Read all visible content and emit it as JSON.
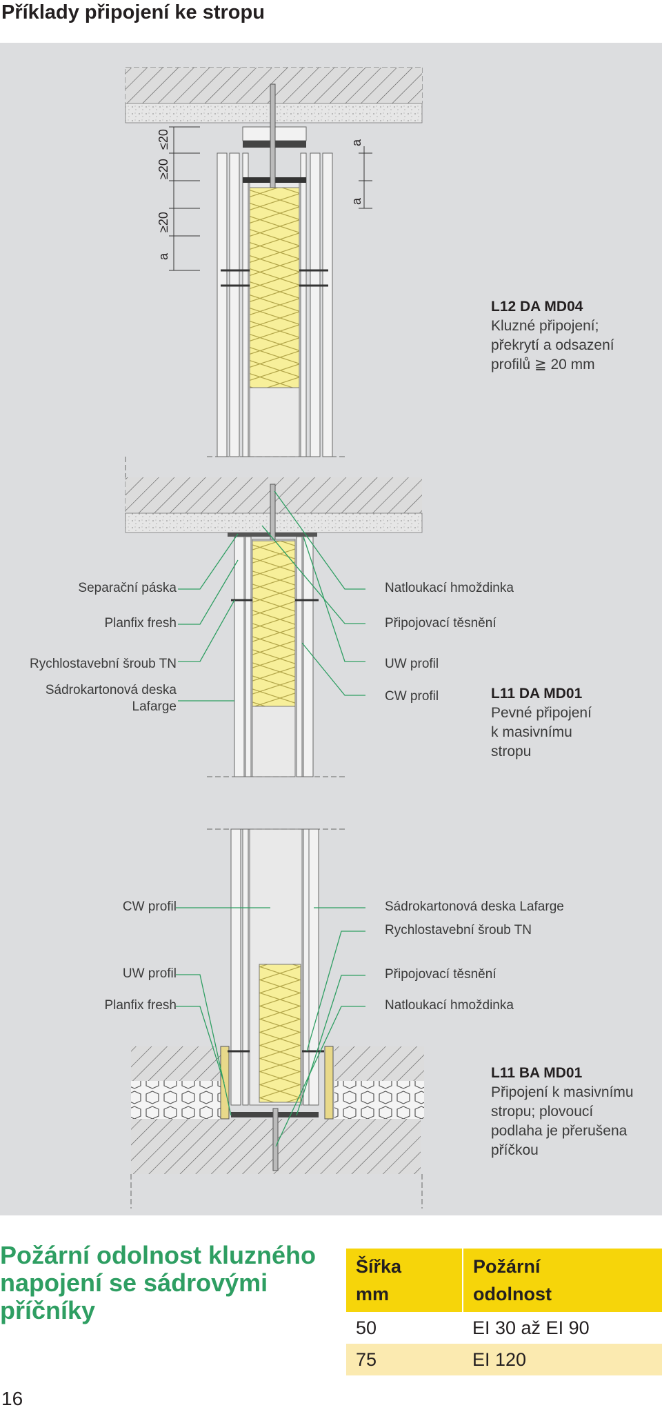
{
  "title": "Příklady připojení ke stropu",
  "detail1": {
    "dims": {
      "a1": "a",
      "ge20a": "≥20",
      "le20": "≤20",
      "ge20b": "≥20",
      "a2": "a",
      "a3": "a"
    },
    "code": "L12 DA MD04",
    "desc": [
      "Kluzné připojení;",
      "překrytí a odsazení",
      "profilů ≧ 20 mm"
    ]
  },
  "detail2": {
    "labels_left": [
      "Separační páska",
      "Planfix fresh",
      "Rychlostavební šroub TN",
      "Sádrokartonová deska",
      "Lafarge"
    ],
    "labels_right": [
      "Natloukací hmoždinka",
      "Připojovací těsnění",
      "UW profil",
      "CW profil"
    ],
    "code": "L11 DA MD01",
    "desc": [
      "Pevné připojení",
      "k masivnímu",
      "stropu"
    ]
  },
  "detail3": {
    "labels_left": [
      "CW profil",
      "UW profil",
      "Planfix fresh"
    ],
    "labels_right": [
      "Sádrokartonová deska Lafarge",
      "Rychlostavební šroub TN",
      "Připojovací těsnění",
      "Natloukací hmoždinka"
    ],
    "code": "L11 BA MD01",
    "desc": [
      "Připojení k masivnímu",
      "stropu; plovoucí",
      "podlaha je přerušena",
      "příčkou"
    ]
  },
  "fire": {
    "heading": [
      "Požární odolnost kluzného",
      "napojení se sádrovými",
      "příčníky"
    ],
    "headers": [
      [
        "Šířka",
        "mm"
      ],
      [
        "Požární",
        "odolnost"
      ]
    ],
    "rows": [
      [
        "50",
        "EI 30 až EI 90"
      ],
      [
        "75",
        "EI 120"
      ]
    ]
  },
  "page_number": "16",
  "colors": {
    "panel": "#dcdddf",
    "leader": "#2e9e62",
    "insulation": "#f7ef9a",
    "accent": "#f6d50a",
    "table_alt": "#fbeab0"
  }
}
